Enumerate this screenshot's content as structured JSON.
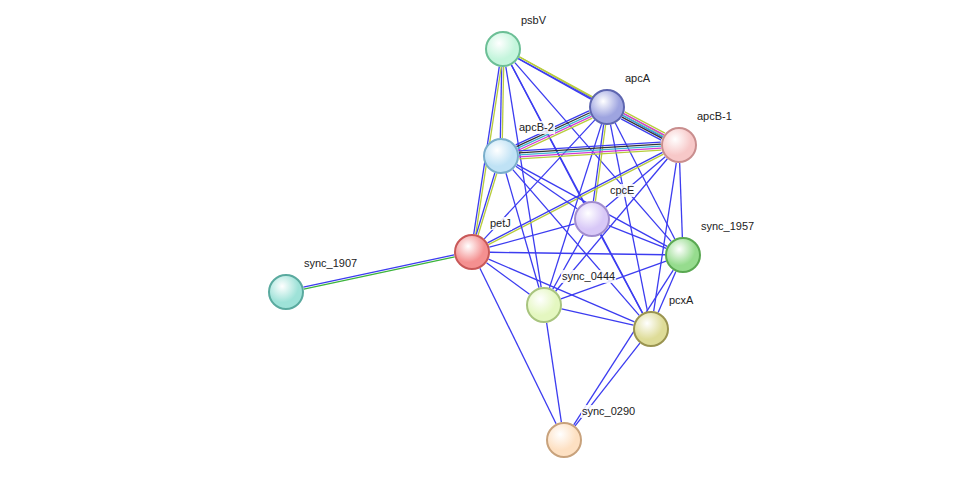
{
  "diagram": {
    "nodes": [
      {
        "text": [
          "psbV"
        ]
      },
      {
        "text": [
          "apcA"
        ]
      },
      {
        "text": [
          "apcB-1"
        ]
      },
      {
        "text": [
          "apcB-2"
        ]
      },
      {
        "text": [
          "cpcE"
        ]
      },
      {
        "text": [
          "petJ"
        ]
      },
      {
        "text": [
          "sync_1957"
        ]
      },
      {
        "text": [
          "sync_1907"
        ]
      },
      {
        "text": [
          "sync_0444"
        ]
      },
      {
        "text": [
          "pcxA"
        ]
      },
      {
        "text": [
          "sync_0290"
        ]
      }
    ],
    "edges": [
      {
        "from": 0,
        "to": 1,
        "arrow": "none"
      },
      {
        "from": 0,
        "to": 2,
        "arrow": "none"
      },
      {
        "from": 0,
        "to": 3,
        "arrow": "none"
      },
      {
        "from": 0,
        "to": 5,
        "arrow": "none"
      },
      {
        "from": 0,
        "to": 4,
        "arrow": "none"
      },
      {
        "from": 0,
        "to": 6,
        "arrow": "none"
      },
      {
        "from": 0,
        "to": 8,
        "arrow": "none"
      },
      {
        "from": 0,
        "to": 9,
        "arrow": "none"
      },
      {
        "from": 1,
        "to": 2,
        "arrow": "none"
      },
      {
        "from": 1,
        "to": 3,
        "arrow": "none"
      },
      {
        "from": 1,
        "to": 4,
        "arrow": "none"
      },
      {
        "from": 1,
        "to": 5,
        "arrow": "none"
      },
      {
        "from": 1,
        "to": 6,
        "arrow": "none"
      },
      {
        "from": 1,
        "to": 8,
        "arrow": "none"
      },
      {
        "from": 1,
        "to": 9,
        "arrow": "none"
      },
      {
        "from": 2,
        "to": 3,
        "arrow": "none"
      },
      {
        "from": 2,
        "to": 4,
        "arrow": "none"
      },
      {
        "from": 2,
        "to": 5,
        "arrow": "none"
      },
      {
        "from": 2,
        "to": 6,
        "arrow": "none"
      },
      {
        "from": 2,
        "to": 8,
        "arrow": "none"
      },
      {
        "from": 2,
        "to": 9,
        "arrow": "none"
      },
      {
        "from": 3,
        "to": 4,
        "arrow": "none"
      },
      {
        "from": 3,
        "to": 5,
        "arrow": "none"
      },
      {
        "from": 3,
        "to": 6,
        "arrow": "none"
      },
      {
        "from": 3,
        "to": 8,
        "arrow": "none"
      },
      {
        "from": 3,
        "to": 9,
        "arrow": "none"
      },
      {
        "from": 4,
        "to": 5,
        "arrow": "none"
      },
      {
        "from": 4,
        "to": 6,
        "arrow": "none"
      },
      {
        "from": 4,
        "to": 8,
        "arrow": "none"
      },
      {
        "from": 4,
        "to": 9,
        "arrow": "none"
      },
      {
        "from": 5,
        "to": 7,
        "arrow": "none"
      },
      {
        "from": 5,
        "to": 6,
        "arrow": "none"
      },
      {
        "from": 5,
        "to": 8,
        "arrow": "none"
      },
      {
        "from": 5,
        "to": 9,
        "arrow": "none"
      },
      {
        "from": 5,
        "to": 10,
        "arrow": "none"
      },
      {
        "from": 6,
        "to": 8,
        "arrow": "none"
      },
      {
        "from": 6,
        "to": 9,
        "arrow": "none"
      },
      {
        "from": 6,
        "to": 10,
        "arrow": "none"
      },
      {
        "from": 8,
        "to": 9,
        "arrow": "none"
      },
      {
        "from": 8,
        "to": 10,
        "arrow": "none"
      },
      {
        "from": 9,
        "to": 10,
        "arrow": "none"
      }
    ]
  }
}
